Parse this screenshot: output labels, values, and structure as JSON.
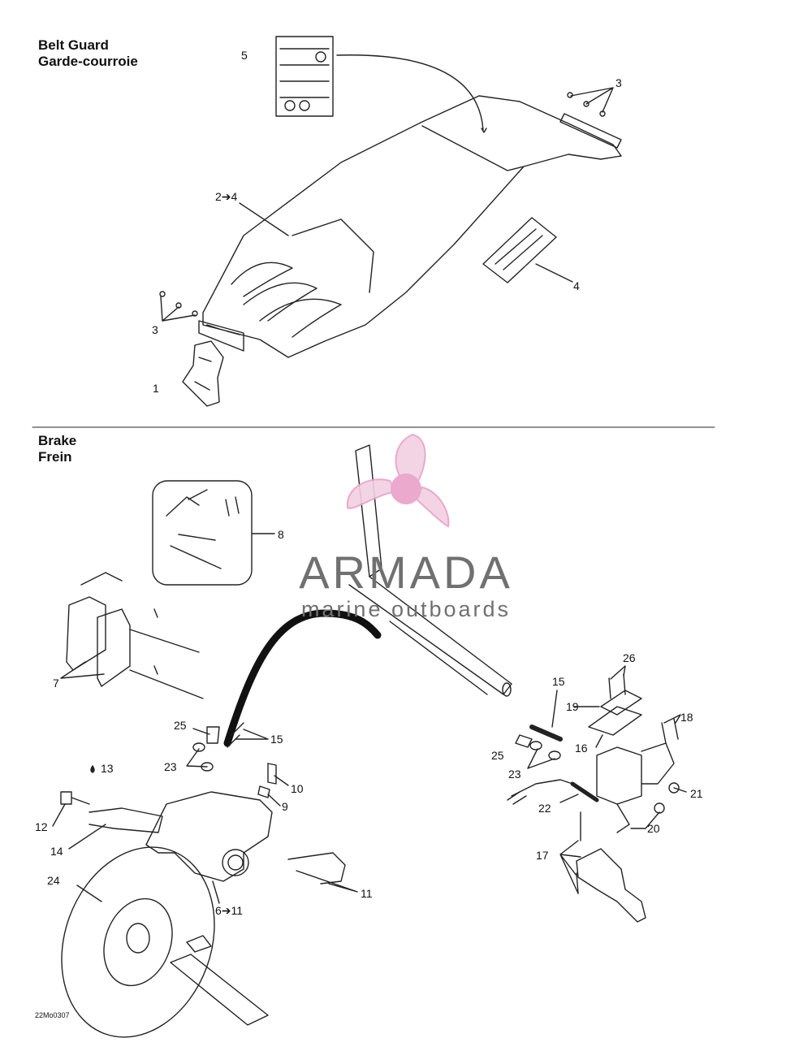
{
  "sections": {
    "belt_guard": {
      "title_en": "Belt Guard",
      "title_fr": "Garde-courroie"
    },
    "brake": {
      "title_en": "Brake",
      "title_fr": "Frein"
    }
  },
  "callouts": {
    "belt_1": "1",
    "belt_2_4": "2➔4",
    "belt_3_top": "3",
    "belt_3_left": "3",
    "belt_4": "4",
    "belt_5": "5",
    "brake_6_11": "6➔11",
    "brake_7": "7",
    "brake_8": "8",
    "brake_9": "9",
    "brake_10": "10",
    "brake_11": "11",
    "brake_12": "12",
    "brake_13": "13",
    "brake_14": "14",
    "brake_15_left": "15",
    "brake_15_right": "15",
    "brake_16": "16",
    "brake_17": "17",
    "brake_18": "18",
    "brake_19": "19",
    "brake_20": "20",
    "brake_21": "21",
    "brake_22": "22",
    "brake_23_left": "23",
    "brake_23_right": "23",
    "brake_24": "24",
    "brake_25_left": "25",
    "brake_25_right": "25",
    "brake_26": "26"
  },
  "watermark": {
    "name": "ARMADA",
    "tagline": "marine outboards",
    "color": "#e8a0c8"
  },
  "diagram_code": "22Mo0307"
}
